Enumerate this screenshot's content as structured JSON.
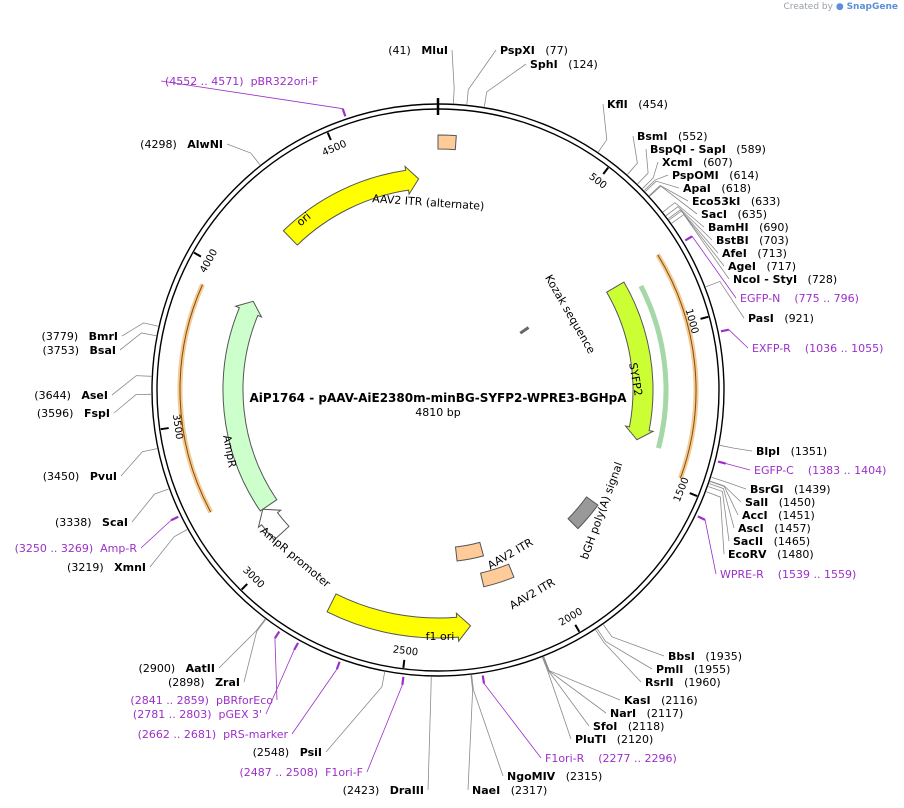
{
  "brand": {
    "prefix": "Created by",
    "name": "SnapGene"
  },
  "plasmid": {
    "name": "AiP1764 - pAAV-AiE2380m-minBG-SYFP2-WPRE3-BGHpA",
    "length_label": "4810 bp",
    "length": 4810
  },
  "ruler_ticks": [
    {
      "pos": 500,
      "label": "500"
    },
    {
      "pos": 1000,
      "label": "1000"
    },
    {
      "pos": 1500,
      "label": "1500"
    },
    {
      "pos": 2000,
      "label": "2000"
    },
    {
      "pos": 2500,
      "label": "2500"
    },
    {
      "pos": 3000,
      "label": "3000"
    },
    {
      "pos": 3500,
      "label": "3500"
    },
    {
      "pos": 4000,
      "label": "4000"
    },
    {
      "pos": 4500,
      "label": "4500"
    }
  ],
  "colors": {
    "ori": "#ffff00",
    "itr": "#ffcc99",
    "syfp2": "#ccff33",
    "ampr": "#ccffcc",
    "promoter": "#ffffff",
    "bgh": "#999999",
    "primer": "#9b30c8",
    "backbone": "#000000",
    "orange_outline": "#e8a040",
    "green_outline": "#4caf50"
  },
  "features": [
    {
      "id": "ori",
      "label": "ori",
      "type": "arrow",
      "start": 4220,
      "end": 4740,
      "direction": 1,
      "color": "#ffff00"
    },
    {
      "id": "itr-alt",
      "label": "AAV2 ITR (alternate)",
      "type": "box",
      "start": 4810,
      "end": 55,
      "color": "#ffcc99"
    },
    {
      "id": "kozak",
      "label": "Kozak sequence",
      "type": "mark",
      "pos": 740
    },
    {
      "id": "syfp2",
      "label": "SYFP2",
      "type": "arrow",
      "start": 800,
      "end": 1390,
      "direction": 1,
      "color": "#ccff33"
    },
    {
      "id": "bgh",
      "label": "bGH poly(A) signal",
      "type": "box",
      "start": 1680,
      "end": 1800,
      "color": "#999999"
    },
    {
      "id": "itr-1",
      "label": "AAV2 ITR",
      "type": "box",
      "start": 2200,
      "end": 2320,
      "color": "#ffcc99"
    },
    {
      "id": "itr-2",
      "label": "AAV2 ITR",
      "type": "box",
      "start": 2110,
      "end": 2230,
      "color": "#ffcc99"
    },
    {
      "id": "f1ori",
      "label": "f1 ori",
      "type": "arrow",
      "start": 2300,
      "end": 2760,
      "direction": -1,
      "color": "#ffff00"
    },
    {
      "id": "ampr",
      "label": "AmpR",
      "type": "arrow",
      "start": 3150,
      "end": 3950,
      "direction": 1,
      "color": "#ccffcc"
    },
    {
      "id": "ampr-prom",
      "label": "AmpR promoter",
      "type": "arrow",
      "start": 3040,
      "end": 3150,
      "direction": 1,
      "color": "#ffffff"
    }
  ],
  "sites": [
    {
      "pos_label": "(41)",
      "name": "MluI",
      "side": "left"
    },
    {
      "pos_label": "(77)",
      "name": "PspXI",
      "side": "right"
    },
    {
      "pos_label": "(124)",
      "name": "SphI",
      "side": "right"
    },
    {
      "pos_label": "(454)",
      "name": "KflI",
      "side": "right"
    },
    {
      "pos_label": "(552)",
      "name": "BsmI",
      "side": "right"
    },
    {
      "pos_label": "(589)",
      "name": "BspQI  - SapI",
      "side": "right"
    },
    {
      "pos_label": "(607)",
      "name": "XcmI",
      "side": "right"
    },
    {
      "pos_label": "(614)",
      "name": "PspOMI",
      "side": "right"
    },
    {
      "pos_label": "(618)",
      "name": "ApaI",
      "side": "right"
    },
    {
      "pos_label": "(633)",
      "name": "Eco53kI",
      "side": "right"
    },
    {
      "pos_label": "(635)",
      "name": "SacI",
      "side": "right"
    },
    {
      "pos_label": "(690)",
      "name": "BamHI",
      "side": "right"
    },
    {
      "pos_label": "(703)",
      "name": "BstBI",
      "side": "right"
    },
    {
      "pos_label": "(713)",
      "name": "AfeI",
      "side": "right"
    },
    {
      "pos_label": "(717)",
      "name": "AgeI",
      "side": "right"
    },
    {
      "pos_label": "(728)",
      "name": "NcoI  - StyI",
      "side": "right"
    },
    {
      "pos_label": "(921)",
      "name": "PasI",
      "side": "right"
    },
    {
      "pos_label": "(1351)",
      "name": "BlpI",
      "side": "right"
    },
    {
      "pos_label": "(1439)",
      "name": "BsrGI",
      "side": "right"
    },
    {
      "pos_label": "(1450)",
      "name": "SalI",
      "side": "right"
    },
    {
      "pos_label": "(1451)",
      "name": "AccI",
      "side": "right"
    },
    {
      "pos_label": "(1457)",
      "name": "AscI",
      "side": "right"
    },
    {
      "pos_label": "(1465)",
      "name": "SacII",
      "side": "right"
    },
    {
      "pos_label": "(1480)",
      "name": "EcoRV",
      "side": "right"
    },
    {
      "pos_label": "(1935)",
      "name": "BbsI",
      "side": "right"
    },
    {
      "pos_label": "(1955)",
      "name": "PmlI",
      "side": "right"
    },
    {
      "pos_label": "(1960)",
      "name": "RsrII",
      "side": "right"
    },
    {
      "pos_label": "(2116)",
      "name": "KasI",
      "side": "right"
    },
    {
      "pos_label": "(2117)",
      "name": "NarI",
      "side": "right"
    },
    {
      "pos_label": "(2118)",
      "name": "SfoI",
      "side": "right"
    },
    {
      "pos_label": "(2120)",
      "name": "PluTI",
      "side": "right"
    },
    {
      "pos_label": "(2315)",
      "name": "NgoMIV",
      "side": "right"
    },
    {
      "pos_label": "(2317)",
      "name": "NaeI",
      "side": "right"
    },
    {
      "pos_label": "(2423)",
      "name": "DraIII",
      "side": "left"
    },
    {
      "pos_label": "(2548)",
      "name": "PsiI",
      "side": "left"
    },
    {
      "pos_label": "(2898)",
      "name": "ZraI",
      "side": "left"
    },
    {
      "pos_label": "(2900)",
      "name": "AatII",
      "side": "left"
    },
    {
      "pos_label": "(3219)",
      "name": "XmnI",
      "side": "left"
    },
    {
      "pos_label": "(3338)",
      "name": "ScaI",
      "side": "left"
    },
    {
      "pos_label": "(3450)",
      "name": "PvuI",
      "side": "left"
    },
    {
      "pos_label": "(3596)",
      "name": "FspI",
      "side": "left"
    },
    {
      "pos_label": "(3644)",
      "name": "AseI",
      "side": "left"
    },
    {
      "pos_label": "(3753)",
      "name": "BsaI",
      "side": "left"
    },
    {
      "pos_label": "(3779)",
      "name": "BmrI",
      "side": "left"
    },
    {
      "pos_label": "(4298)",
      "name": "AlwNI",
      "side": "left"
    }
  ],
  "primers": [
    {
      "range": "(4552 .. 4571)",
      "name": "pBR322ori-F",
      "side": "left"
    },
    {
      "range": "(775 .. 796)",
      "name": "EGFP-N",
      "side": "right"
    },
    {
      "range": "(1036 .. 1055)",
      "name": "EXFP-R",
      "side": "right"
    },
    {
      "range": "(1383 .. 1404)",
      "name": "EGFP-C",
      "side": "right"
    },
    {
      "range": "(1539 .. 1559)",
      "name": "WPRE-R",
      "side": "right"
    },
    {
      "range": "(2277 .. 2296)",
      "name": "F1ori-R",
      "side": "right"
    },
    {
      "range": "(2487 .. 2508)",
      "name": "F1ori-F",
      "side": "left"
    },
    {
      "range": "(2662 .. 2681)",
      "name": "pRS-marker",
      "side": "left"
    },
    {
      "range": "(2781 .. 2803)",
      "name": "pGEX 3'",
      "side": "left"
    },
    {
      "range": "(2841 .. 2859)",
      "name": "pBRforEco",
      "side": "left"
    },
    {
      "range": "(3250 .. 3269)",
      "name": "Amp-R",
      "side": "left"
    }
  ]
}
